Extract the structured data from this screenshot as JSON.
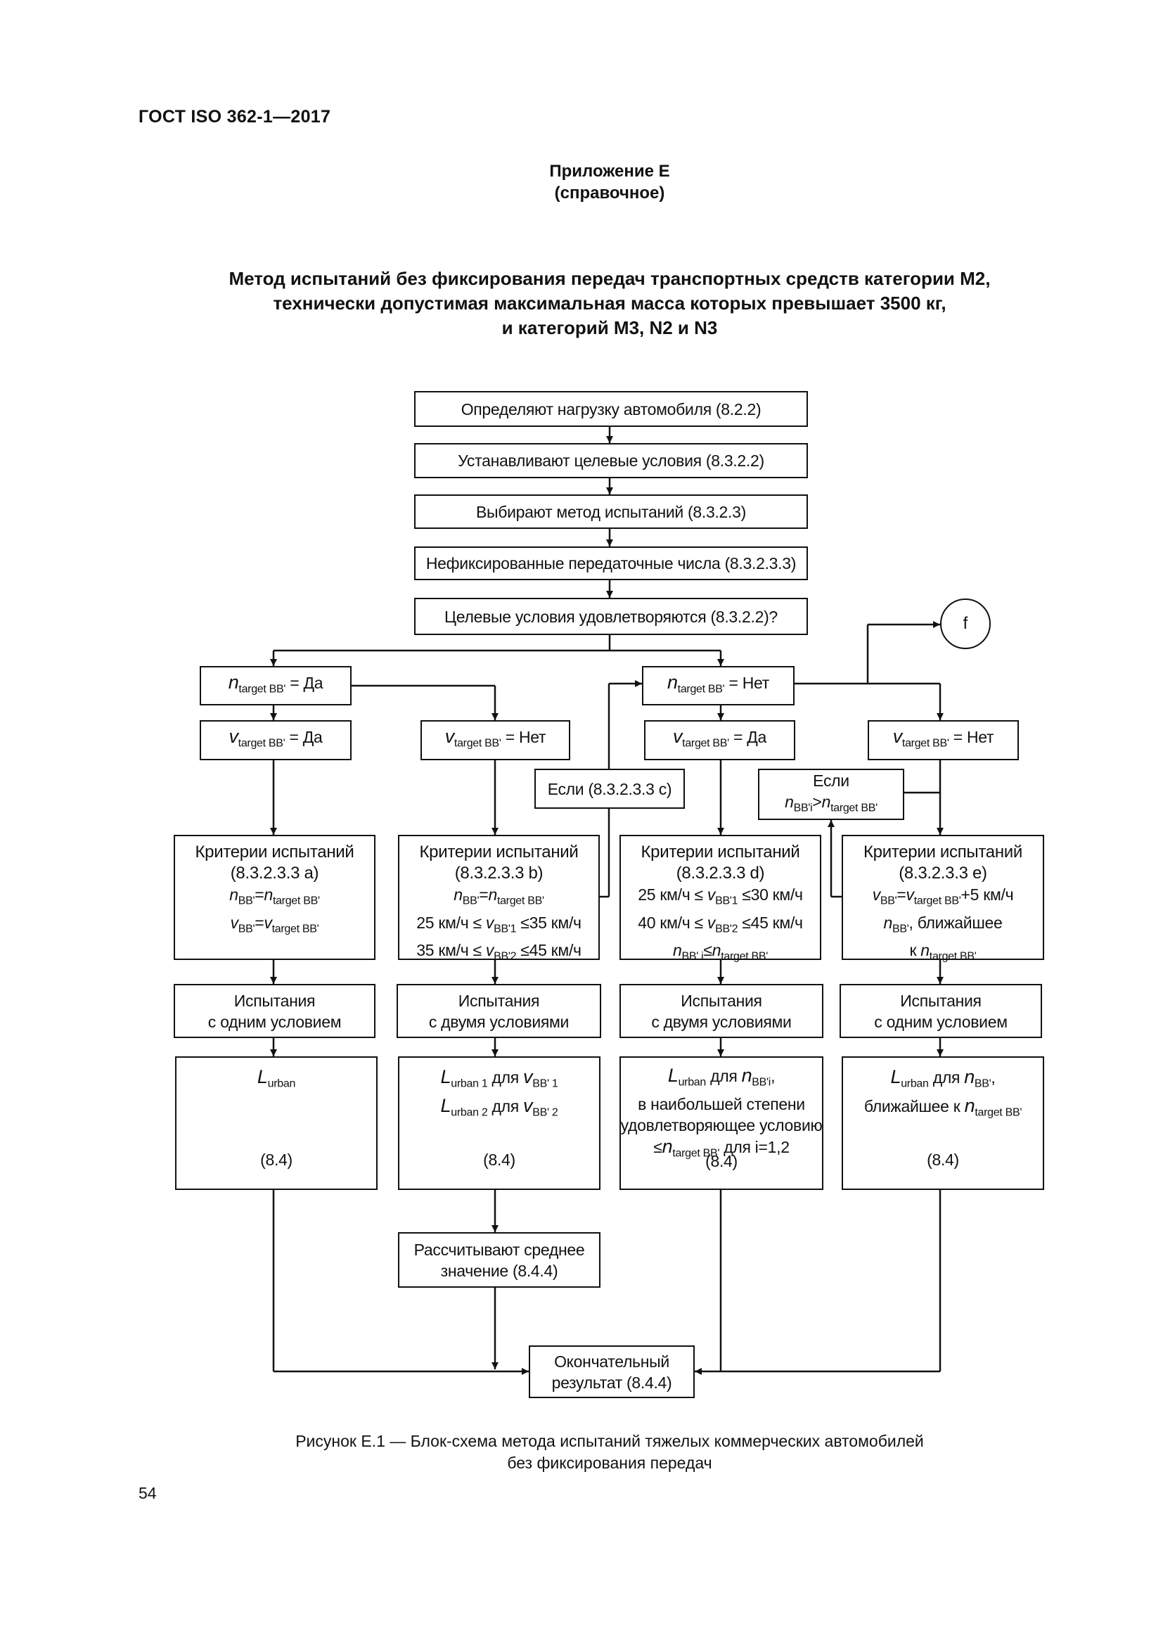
{
  "header": {
    "doc_code": "ГОСТ ISO 362-1—2017"
  },
  "annex": {
    "line1": "Приложение Е",
    "line2": "(справочное)"
  },
  "title": {
    "line1": "Метод испытаний без фиксирования передач транспортных средств категории М2,",
    "line2": "технически допустимая максимальная масса которых превышает 3500 кг,",
    "line3": "и категорий М3, N2 и N3"
  },
  "flow": {
    "s1": "Определяют нагрузку автомобиля (8.2.2)",
    "s2": "Устанавливают целевые условия (8.3.2.2)",
    "s3": "Выбирают метод испытаний (8.3.2.3)",
    "s4": "Нефиксированные передаточные числа (8.3.2.3.3)",
    "s5": "Целевые условия удовлетворяются (8.3.2.2)?",
    "connector": "f",
    "n_yes": {
      "var": "n",
      "sub": "target BB'",
      "rest": " = Да"
    },
    "n_no": {
      "var": "n",
      "sub": "target BB'",
      "rest": " = Нет"
    },
    "v_yes_left": {
      "var": "v",
      "sub": "target BB'",
      "rest": " = Да"
    },
    "v_no_left": {
      "var": "v",
      "sub": "target BB'",
      "rest": " = Нет"
    },
    "v_yes_right": {
      "var": "v",
      "sub": "target BB'",
      "rest": " = Да"
    },
    "v_no_right": {
      "var": "v",
      "sub": "target BB'",
      "rest": " = Нет"
    },
    "if_c": "Если (8.3.2.3.3 с)",
    "if_n": {
      "line1": "Если",
      "n1": "n",
      "sub1": "BB'i",
      "gt": ">",
      "n2": "n",
      "sub2": "target BB'"
    },
    "crit_a": {
      "line1": "Критерии испытаний",
      "line2": "(8.3.2.3.3 a)",
      "r1_v1": "n",
      "r1_s1": "BB'",
      "r1_eq": "=",
      "r1_v2": "n",
      "r1_s2": "target BB'",
      "r2_v1": "v",
      "r2_s1": "BB'",
      "r2_eq": "=",
      "r2_v2": "v",
      "r2_s2": "target BB'"
    },
    "crit_b": {
      "line1": "Критерии испытаний",
      "line2": "(8.3.2.3.3 b)",
      "r1_v1": "n",
      "r1_s1": "BB'",
      "r1_eq": "=",
      "r1_v2": "n",
      "r1_s2": "target BB'",
      "r2_pre": "25 км/ч ≤ ",
      "r2_v": "v",
      "r2_s": "BB'1",
      "r2_post": " ≤35 км/ч",
      "r3_pre": "35 км/ч ≤ ",
      "r3_v": "v",
      "r3_s": "BB'2",
      "r3_post": " ≤45 км/ч"
    },
    "crit_d": {
      "line1": "Критерии испытаний",
      "line2": "(8.3.2.3.3 d)",
      "r1_pre": "25 км/ч ≤ ",
      "r1_v": "v",
      "r1_s": "BB'1",
      "r1_post": " ≤30 км/ч",
      "r2_pre": "40 км/ч ≤ ",
      "r2_v": "v",
      "r2_s": "BB'2",
      "r2_post": " ≤45 км/ч",
      "r3_v1": "n",
      "r3_s1": "BB' i",
      "r3_le": "≤",
      "r3_v2": "n",
      "r3_s2": "target BB'"
    },
    "crit_e": {
      "line1": "Критерии испытаний",
      "line2": "(8.3.2.3.3 е)",
      "r1_v1": "v",
      "r1_s1": "BB'",
      "r1_eq": "=",
      "r1_v2": "v",
      "r1_s2": "target BB'",
      "r1_post": "+5 км/ч",
      "r2_v": "n",
      "r2_s": "BB'",
      "r2_post": ", ближайшее",
      "r3_pre": "к ",
      "r3_v": "n",
      "r3_s": "target BB'"
    },
    "test1": {
      "line1": "Испытания",
      "line2": "с одним условием"
    },
    "test2": {
      "line1": "Испытания",
      "line2": "с двумя условиями"
    },
    "test3": {
      "line1": "Испытания",
      "line2": "с двумя условиями"
    },
    "test4": {
      "line1": "Испытания",
      "line2": "с одним условием"
    },
    "res1": {
      "v": "L",
      "s": "urban",
      "ref": "(8.4)"
    },
    "res2": {
      "r1_v": "L",
      "r1_s": "urban 1",
      "r1_mid": " для ",
      "r1_v2": "v",
      "r1_s2": "BB' 1",
      "r2_v": "L",
      "r2_s": "urban 2",
      "r2_mid": " для ",
      "r2_v2": "v",
      "r2_s2": "BB' 2",
      "ref": "(8.4)"
    },
    "res3": {
      "r1_v": "L",
      "r1_s": "urban",
      "r1_mid": " для ",
      "r1_v2": "n",
      "r1_s2": "BB'i",
      "r1_post": ",",
      "line2": "в наибольшей степени",
      "line3": "удовлетворяющее условию",
      "r4_pre": "≤",
      "r4_v": "n",
      "r4_s": "target BB'",
      "r4_post": " для i=1,2",
      "ref": "(8.4)"
    },
    "res4": {
      "r1_v": "L",
      "r1_s": "urban",
      "r1_mid": "  для ",
      "r1_v2": "n",
      "r1_s2": "BB'",
      "r1_post": ",",
      "r2_pre": "ближайшее к ",
      "r2_v": "n",
      "r2_s": "target BB'",
      "ref": "(8.4)"
    },
    "avg": {
      "line1": "Рассчитывают среднее",
      "line2": "значение (8.4.4)"
    },
    "final": {
      "line1": "Окончательный",
      "line2": "результат (8.4.4)"
    }
  },
  "caption": {
    "line1": "Рисунок Е.1 — Блок-схема метода испытаний тяжелых коммерческих автомобилей",
    "line2": "без фиксирования передач"
  },
  "page_number": "54"
}
